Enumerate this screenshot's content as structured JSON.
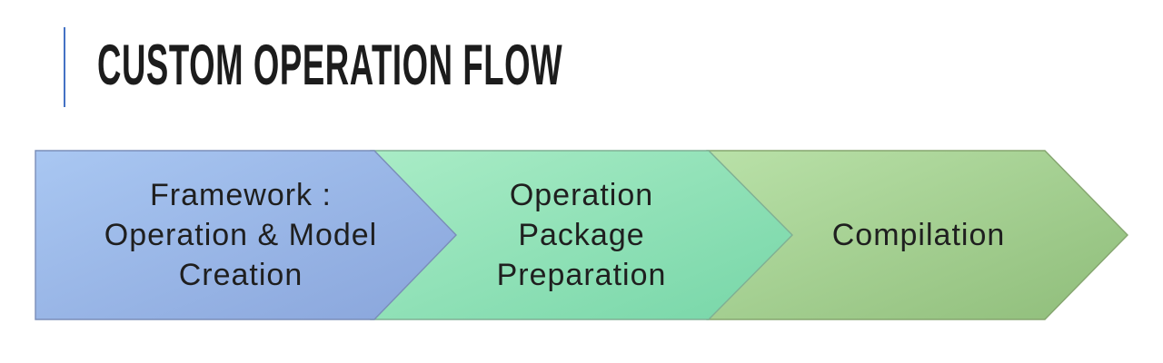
{
  "slide": {
    "title": "CUSTOM OPERATION FLOW",
    "title_color": "#1C1C1C",
    "accent_bar_color": "#4472C4",
    "background_color": "#FFFFFF"
  },
  "flow": {
    "text_color": "#1F1F1F",
    "steps": [
      {
        "label": "Framework : Operation & Model Creation",
        "lines": [
          "Framework :",
          "Operation & Model",
          "Creation"
        ],
        "fill_from": "#A9C7F2",
        "fill_to": "#89A5DB",
        "border": "#7A8DB8"
      },
      {
        "label": "Operation Package Preparation",
        "lines": [
          "Operation",
          "Package",
          "Preparation"
        ],
        "fill_from": "#A9ECC6",
        "fill_to": "#77D6A8",
        "border": "#7FAF94"
      },
      {
        "label": "Compilation",
        "lines": [
          "Compilation"
        ],
        "fill_from": "#B9E1A8",
        "fill_to": "#8FBD7A",
        "border": "#85A56F"
      }
    ]
  }
}
